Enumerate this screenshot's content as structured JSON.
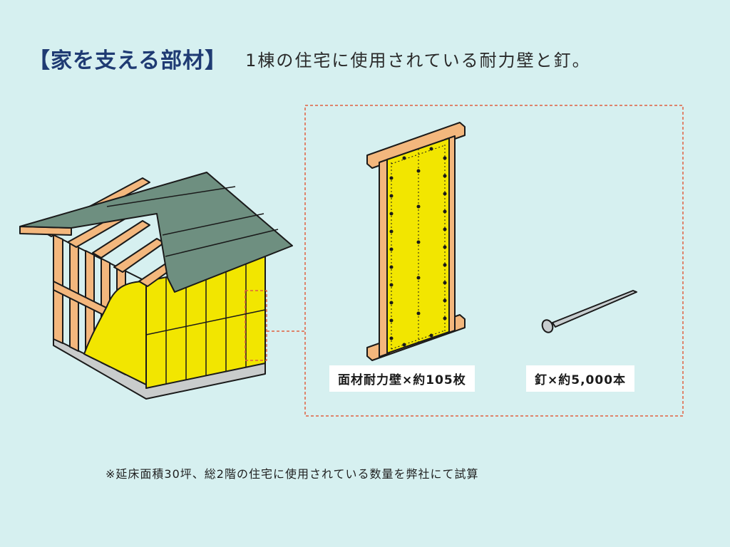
{
  "header": {
    "title": "【家を支える部材】",
    "subtitle": "1棟の住宅に使用されている耐力壁と釘。"
  },
  "labels": {
    "wall_panel": "面材耐力壁×約105枚",
    "nails": "釘×約5,000本"
  },
  "footnote": "※延床面積30坪、総2階の住宅に使用されている数量を弊社にて試算",
  "colors": {
    "background": "#d6f0f0",
    "title": "#1f3b73",
    "panel": "#f2e600",
    "lumber": "#f3b77d",
    "roof": "#6e8f80",
    "dashed_frame": "#e06040"
  },
  "icons": [
    "house-illustration",
    "wall-panel-illustration",
    "nail-icon"
  ]
}
